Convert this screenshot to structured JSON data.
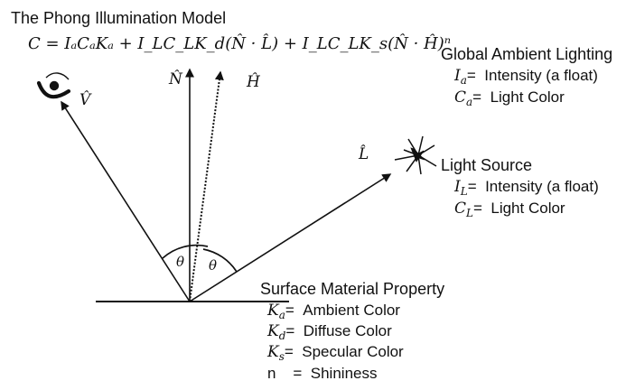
{
  "title": "The Phong Illumination Model",
  "formula": "C = IₐCₐKₐ + I_LC_LK_d(N̂ · L̂) + I_LC_LK_s(N̂ · Ĥ)ⁿ",
  "global_ambient": {
    "heading": "Global Ambient Lighting",
    "items": [
      {
        "symbol": "I",
        "subscript": "a",
        "eq": "=",
        "desc": "Intensity (a float)"
      },
      {
        "symbol": "C",
        "subscript": "a",
        "eq": "=",
        "desc": "Light Color"
      }
    ]
  },
  "light_source": {
    "heading": "Light Source",
    "items": [
      {
        "symbol": "I",
        "subscript": "L",
        "eq": "=",
        "desc": "Intensity (a float)"
      },
      {
        "symbol": "C",
        "subscript": "L",
        "eq": "=",
        "desc": "Light Color"
      }
    ]
  },
  "surface_material": {
    "heading": "Surface Material Property",
    "items": [
      {
        "symbol": "K",
        "subscript": "a",
        "eq": "=",
        "desc": "Ambient Color"
      },
      {
        "symbol": "K",
        "subscript": "d",
        "eq": "=",
        "desc": "Diffuse Color"
      },
      {
        "symbol": "K",
        "subscript": "s",
        "eq": "=",
        "desc": "Specular Color"
      },
      {
        "symbol": "n",
        "subscript": "",
        "eq": "=",
        "desc": "Shininess"
      }
    ]
  },
  "vectors": {
    "view": "V̂",
    "normal": "N̂",
    "halfway": "Ĥ",
    "light": "L̂"
  },
  "angles": {
    "theta_left": "θ",
    "theta_right": "θ"
  },
  "icons": {
    "eye": "eye-icon",
    "light": "light-burst-icon"
  },
  "colors": {
    "ink": "#111111"
  }
}
